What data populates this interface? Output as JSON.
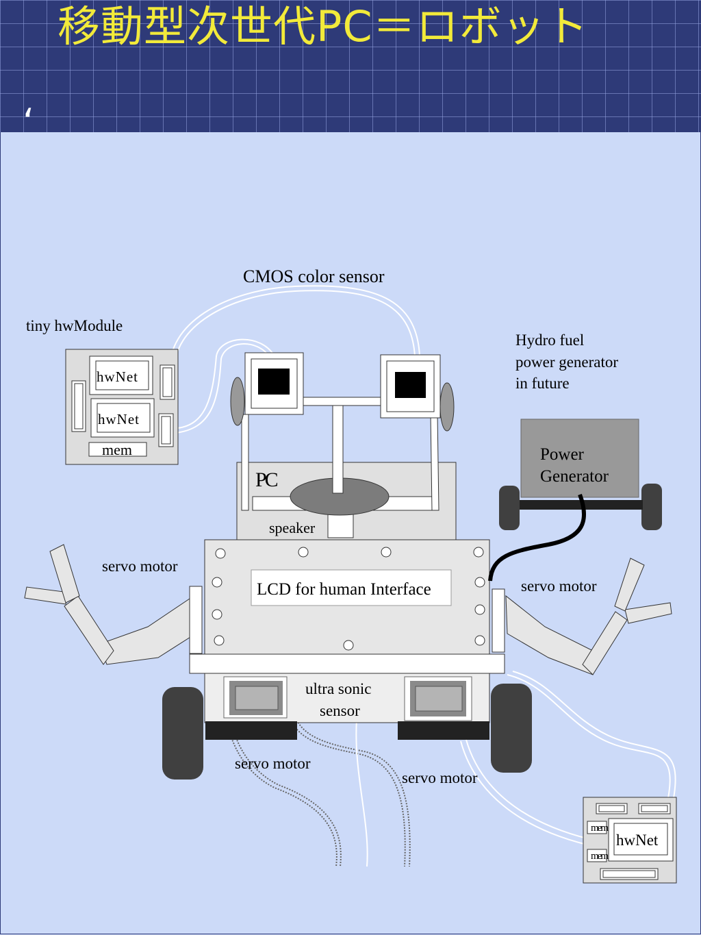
{
  "slide": {
    "title": "移動型次世代PC＝ロボット",
    "bullet_glyph": "‘"
  },
  "diagram": {
    "labels": {
      "cmos": "CMOS color sensor",
      "tiny_module": "tiny hwModule",
      "hydro_line1": "Hydro fuel",
      "hydro_line2": "power generator",
      "hydro_line3": "in future",
      "power_gen_line1": "Power",
      "power_gen_line2": "Generator",
      "pc": "PC",
      "speaker": "speaker",
      "servo_left_arm": "servo motor",
      "servo_right_arm": "servo motor",
      "lcd": "LCD for human Interface",
      "ultra_line1": "ultra sonic",
      "ultra_line2": "sensor",
      "servo_bottom_left": "servo motor",
      "servo_bottom_right": "servo motor"
    },
    "module_left": {
      "chip1": "hwNet",
      "chip2": "hwNet",
      "mem": "mem"
    },
    "module_right": {
      "chip": "hwNet",
      "mem1": "mem",
      "mem2": "mem"
    }
  }
}
